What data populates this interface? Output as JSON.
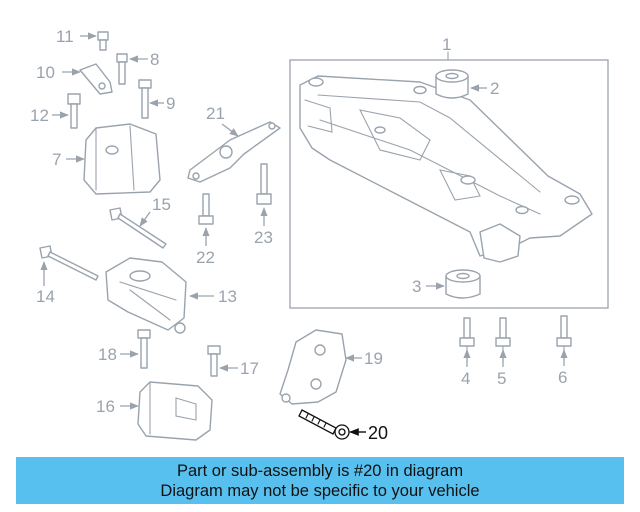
{
  "callouts": {
    "n1": "1",
    "n2": "2",
    "n3": "3",
    "n4": "4",
    "n5": "5",
    "n6": "6",
    "n7": "7",
    "n8": "8",
    "n9": "9",
    "n10": "10",
    "n11": "11",
    "n12": "12",
    "n13": "13",
    "n14": "14",
    "n15": "15",
    "n16": "16",
    "n17": "17",
    "n18": "18",
    "n19": "19",
    "n20": "20",
    "n21": "21",
    "n22": "22",
    "n23": "23"
  },
  "highlight_color": "#111111",
  "part_color": "#9aa3ad",
  "banner": {
    "background": "#58c0ee",
    "line1": "Part or sub-assembly is #20 in diagram",
    "line2": "Diagram may not be specific to your vehicle"
  }
}
